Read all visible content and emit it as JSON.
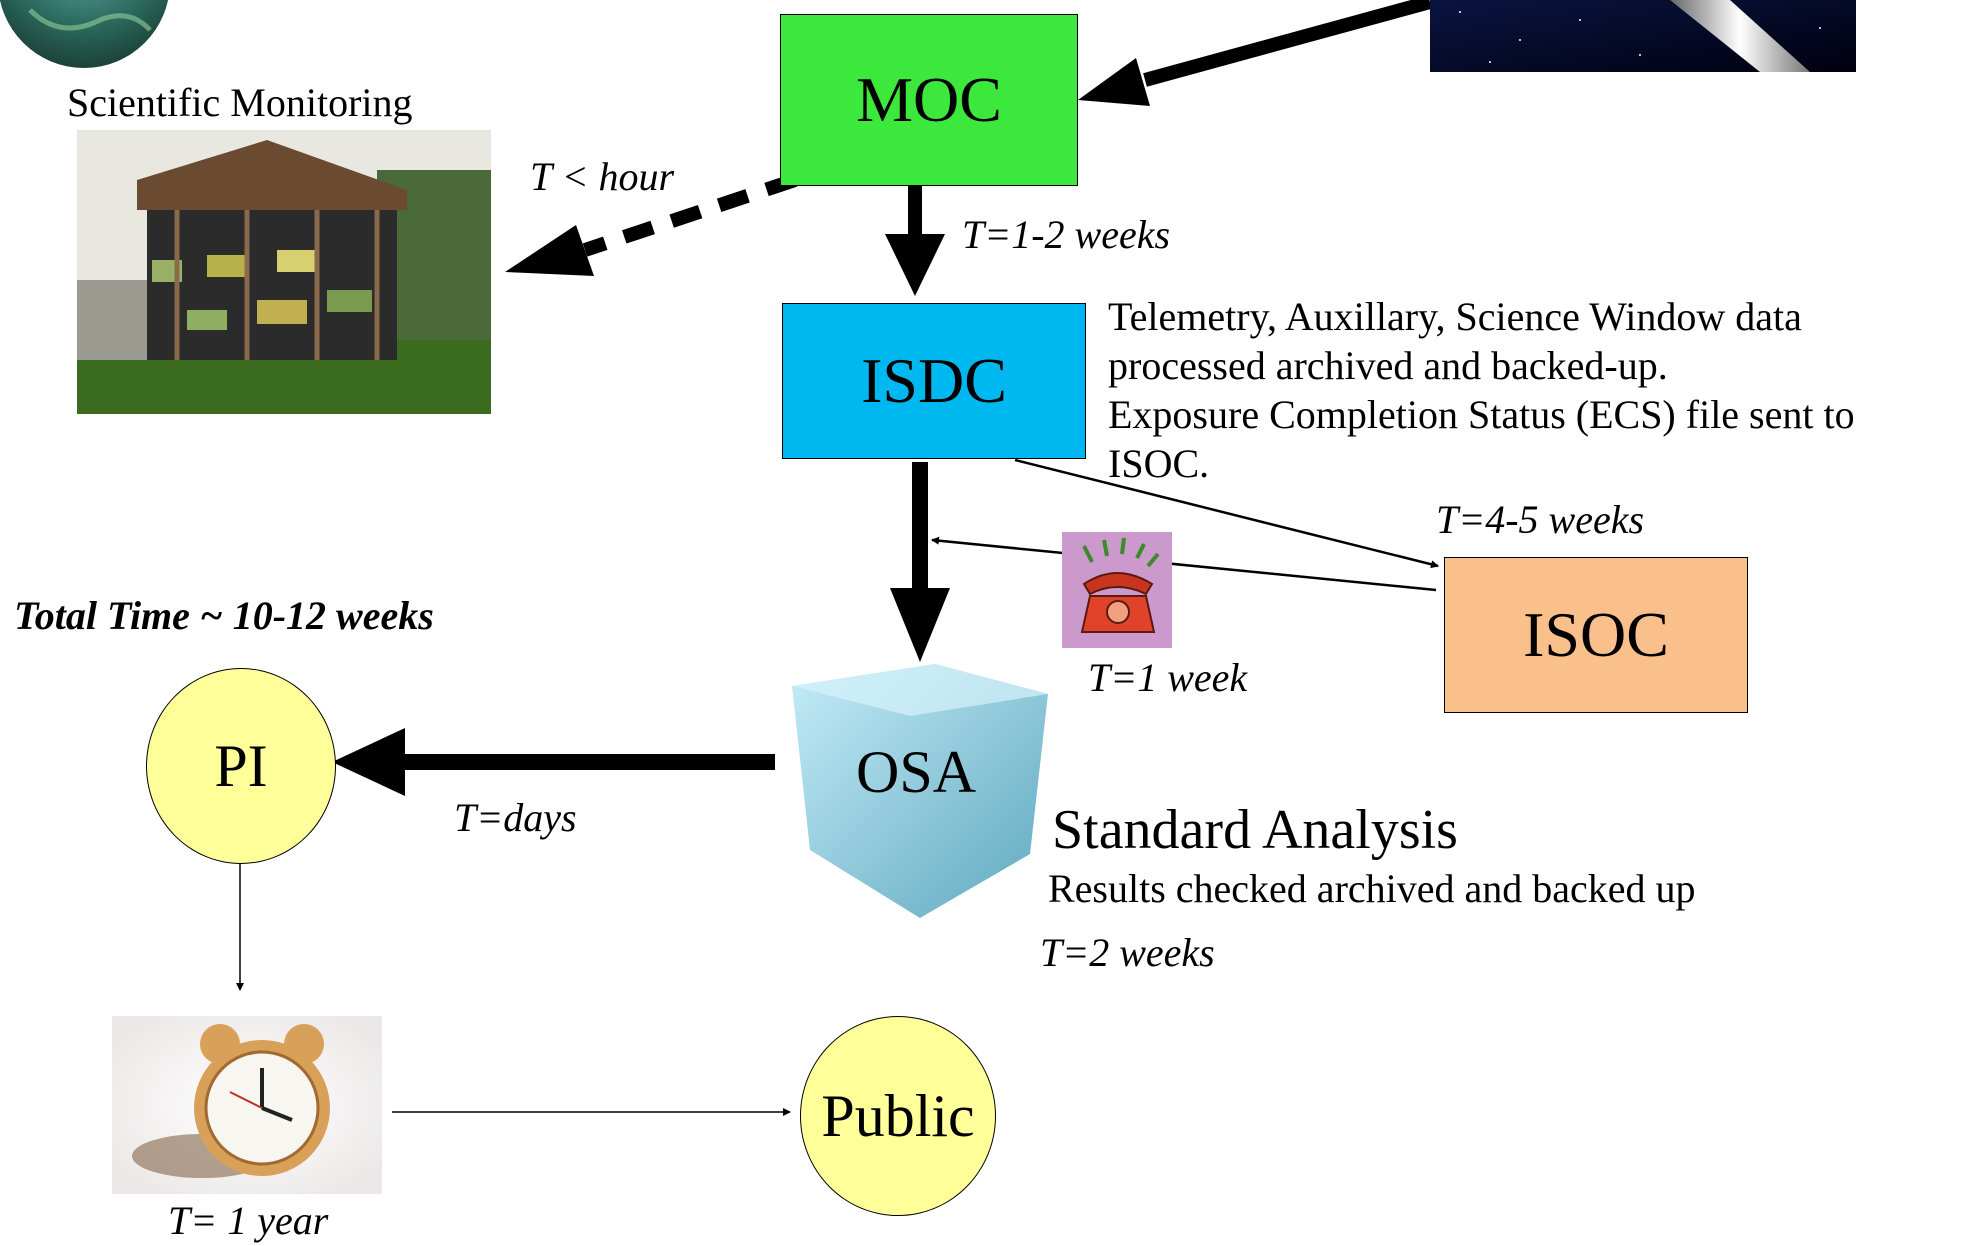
{
  "colors": {
    "moc": "#3de83d",
    "isdc": "#00b8f0",
    "isoc": "#f9c08c",
    "circle_fill": "#ffff99",
    "cube_light": "#a6dbeb",
    "cube_dark": "#5fa8be",
    "phone_bg": "#cc99cc"
  },
  "nodes": {
    "moc": "MOC",
    "isdc": "ISDC",
    "isoc": "ISOC",
    "osa": "OSA",
    "pi": "PI",
    "public": "Public"
  },
  "labels": {
    "scientific_monitoring": "Scientific Monitoring",
    "t_hour": "T < hour",
    "t_1_2_weeks": "T=1-2 weeks",
    "isdc_desc_line1": "Telemetry, Auxillary, Science Window data",
    "isdc_desc_line2": "processed archived and backed-up.",
    "isdc_desc_line3": "Exposure Completion Status (ECS) file sent to",
    "isdc_desc_line4": "ISOC.",
    "t_4_5_weeks": "T=4-5 weeks",
    "total_time": "Total Time ~ 10-12 weeks",
    "t_1_week": "T=1 week",
    "t_days": "T=days",
    "standard_analysis": "Standard Analysis",
    "results_checked": "Results checked archived and backed up",
    "t_2_weeks": "T=2 weeks",
    "t_1_year": "T= 1 year"
  },
  "icons": {
    "earth": "earth-globe-icon",
    "satellite": "satellite-image-icon",
    "building": "observatory-building-photo-icon",
    "phone": "telephone-icon",
    "clock": "alarm-clock-icon"
  }
}
